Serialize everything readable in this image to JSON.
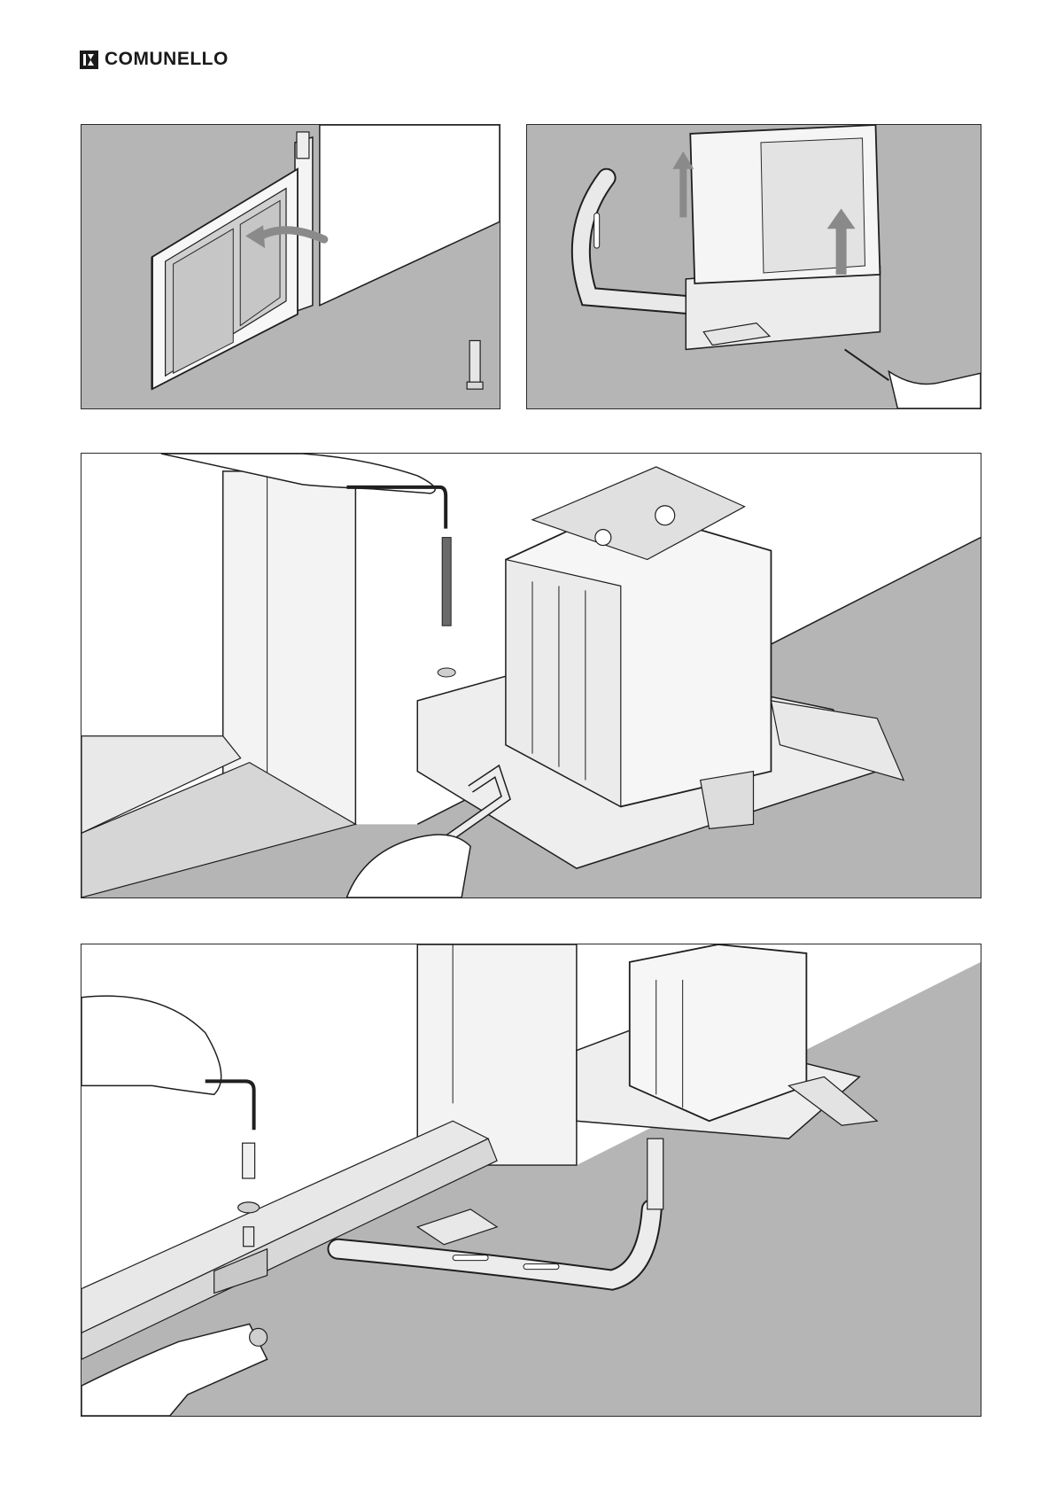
{
  "header": {
    "brand_name": "COMUNELLO",
    "logo_icon": "comunello-logo-icon"
  },
  "figures": [
    {
      "id": "fig1",
      "name": "gate-opening-illustration",
      "icon": "curved-arrow-icon"
    },
    {
      "id": "fig2",
      "name": "cover-removal-illustration",
      "icon": "up-arrow-icon"
    },
    {
      "id": "fig3",
      "name": "motor-fixing-illustration",
      "icon": "hex-key-icon"
    },
    {
      "id": "fig4",
      "name": "arm-fixing-illustration",
      "icon": "wrench-icon"
    }
  ],
  "colors": {
    "panel_background": "#b5b5b5",
    "wall": "#ffffff",
    "line": "#1f1f1f",
    "arrow": "#8a8a8a"
  }
}
